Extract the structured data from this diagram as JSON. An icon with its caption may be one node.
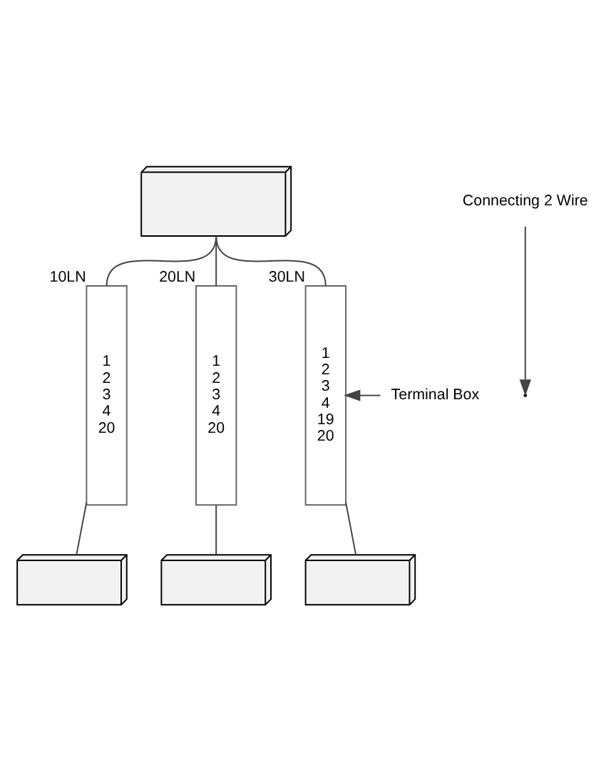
{
  "diagram": {
    "nodes": [
      {
        "text": [],
        "shape": "picture"
      },
      {
        "text": [
          "1",
          "2",
          "3",
          "4",
          "20"
        ],
        "beside": [
          "10LN"
        ]
      },
      {
        "text": [
          "1",
          "2",
          "3",
          "4",
          "20"
        ],
        "beside": [
          "20LN"
        ]
      },
      {
        "text": [
          "1",
          "2",
          "3",
          "4",
          "19",
          "20"
        ],
        "beside": [
          "30LN"
        ]
      },
      {
        "text": [
          "Terminal Box"
        ]
      },
      {
        "text": [],
        "shape": "picture"
      },
      {
        "text": [],
        "shape": "picture"
      },
      {
        "text": [],
        "shape": "picture"
      },
      {
        "text": [
          "Connecting 2 Wire"
        ]
      }
    ],
    "edges": [
      {
        "from": 0,
        "to": 1,
        "arrow": "none"
      },
      {
        "from": 0,
        "to": 2,
        "arrow": "none"
      },
      {
        "from": 0,
        "to": 3,
        "arrow": "none"
      },
      {
        "from": 4,
        "to": 3,
        "arrow": "to"
      },
      {
        "from": 1,
        "to": 5,
        "arrow": "none"
      },
      {
        "from": 2,
        "to": 6,
        "arrow": "none"
      },
      {
        "from": 3,
        "to": 7,
        "arrow": "none"
      },
      {
        "from": 8,
        "to": null,
        "arrow": "to"
      }
    ]
  }
}
